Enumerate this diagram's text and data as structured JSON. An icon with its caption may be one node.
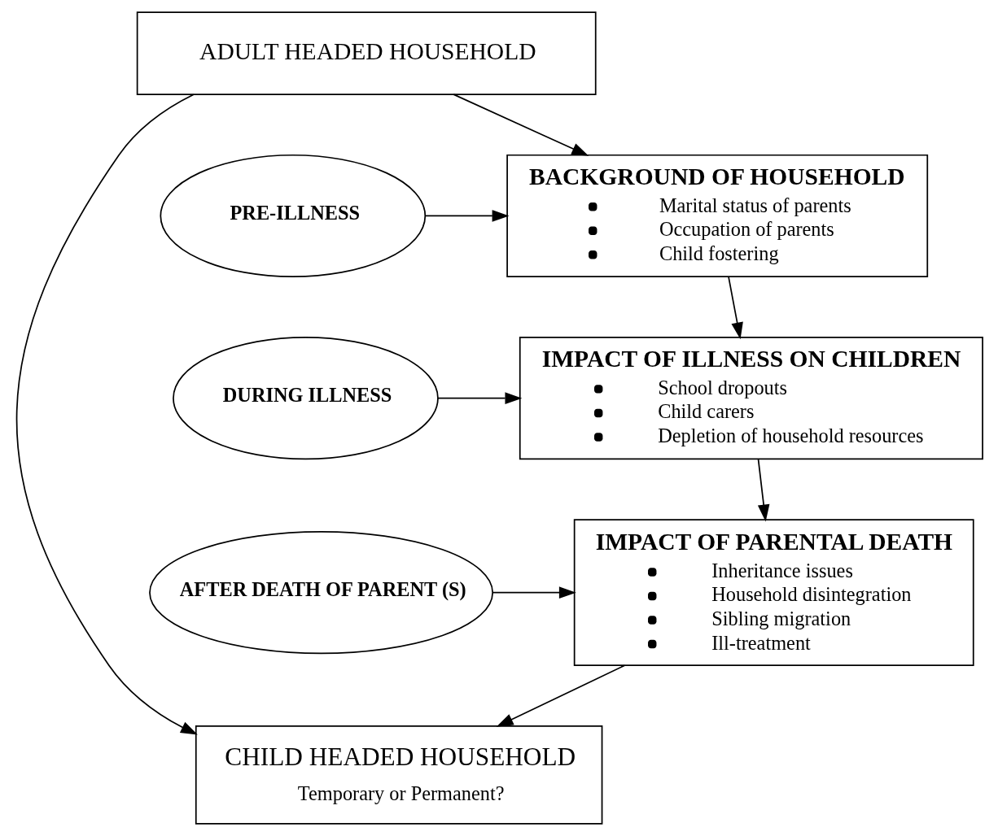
{
  "diagram": {
    "nodes": [
      {
        "text": [
          "ADULT HEADED HOUSEHOLD"
        ]
      },
      {
        "text": [
          "PRE-ILLNESS"
        ]
      },
      {
        "text": [
          "BACKGROUND OF HOUSEHOLD",
          "Marital status of parents",
          "Occupation of parents",
          "Child fostering"
        ]
      },
      {
        "text": [
          "DURING ILLNESS"
        ]
      },
      {
        "text": [
          "IMPACT OF ILLNESS ON CHILDREN",
          "School dropouts",
          "Child carers",
          "Depletion of household resources"
        ]
      },
      {
        "text": [
          "AFTER DEATH OF PARENT (S)"
        ]
      },
      {
        "text": [
          "IMPACT OF PARENTAL DEATH",
          "Inheritance issues",
          "Household disintegration",
          "Sibling migration",
          "Ill-treatment"
        ]
      },
      {
        "text": [
          "CHILD HEADED HOUSEHOLD",
          "Temporary or Permanent?"
        ]
      }
    ],
    "edges": [
      {
        "from": 0,
        "to": 7,
        "arrow": "to"
      },
      {
        "from": 0,
        "to": 2,
        "arrow": "to"
      },
      {
        "from": 1,
        "to": 2,
        "arrow": "to"
      },
      {
        "from": 2,
        "to": 4,
        "arrow": "to"
      },
      {
        "from": 3,
        "to": 4,
        "arrow": "to"
      },
      {
        "from": 4,
        "to": 6,
        "arrow": "to"
      },
      {
        "from": 5,
        "to": 6,
        "arrow": "to"
      },
      {
        "from": 6,
        "to": 7,
        "arrow": "to"
      }
    ]
  }
}
